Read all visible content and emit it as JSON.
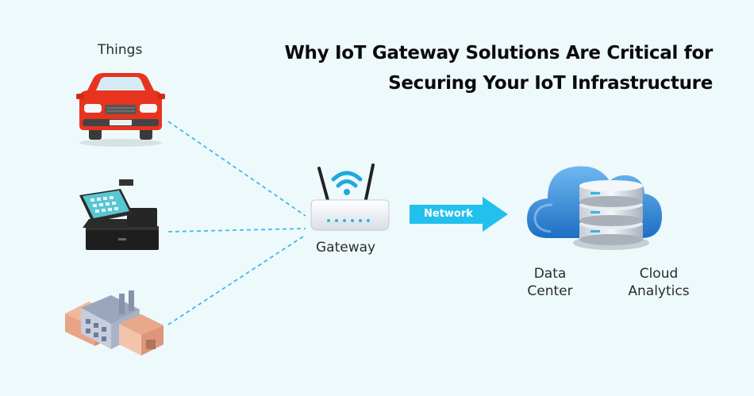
{
  "title": {
    "line1": "Why IoT Gateway Solutions Are Critical for",
    "line2": "Securing Your IoT Infrastructure"
  },
  "labels": {
    "things": "Things",
    "gateway": "Gateway",
    "network": "Network",
    "data_center_line1": "Data",
    "data_center_line2": "Center",
    "cloud_analytics_line1": "Cloud",
    "cloud_analytics_line2": "Analytics"
  },
  "icons": [
    "car-icon",
    "pos-terminal-icon",
    "factory-icon",
    "router-icon",
    "wifi-icon",
    "network-arrow-icon",
    "cloud-icon",
    "database-server-icon"
  ],
  "colors": {
    "background": "#eef9fc",
    "dashed_line": "#3bbfe0",
    "arrow": "#22c0ec",
    "car": "#e8331f",
    "cloud": "#2f86d6"
  }
}
